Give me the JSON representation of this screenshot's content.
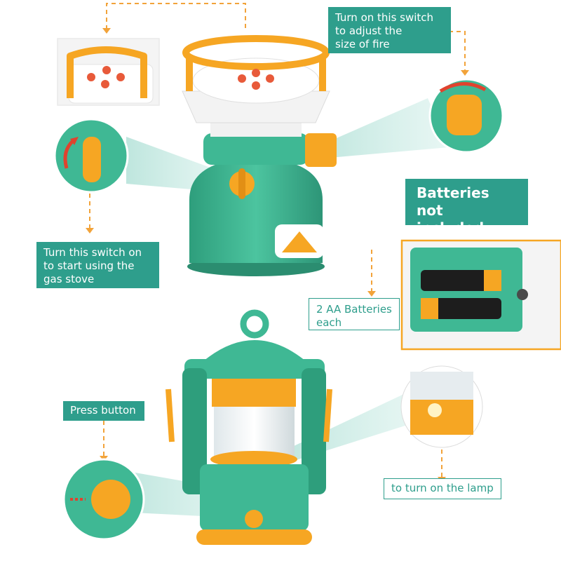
{
  "annotations": {
    "fire_switch": "Turn on this switch\n to adjust the\n size of fire",
    "start_switch": "Turn this switch on\n to start  using the\n gas stove",
    "batteries_note": "Batteries not\nincluded",
    "battery_count": "2 AA Batteries\neach",
    "press_button": "Press button",
    "turn_on_lamp": "to turn on the lamp"
  },
  "colors": {
    "teal": "#2e9e8c",
    "body_green": "#3fb894",
    "orange": "#f6a623",
    "white": "#f2f2f2"
  }
}
